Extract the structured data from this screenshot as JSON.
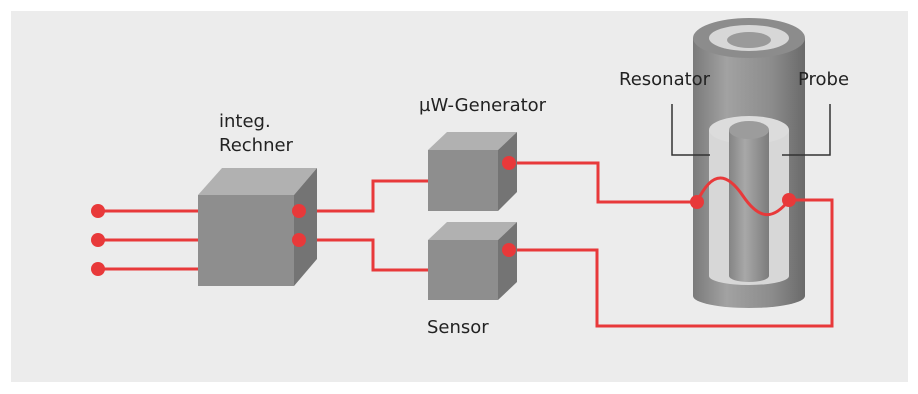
{
  "diagram": {
    "labels": {
      "computer_line1": "integ.",
      "computer_line2": "Rechner",
      "generator": "µW-Generator",
      "sensor": "Sensor",
      "resonator": "Resonator",
      "probe": "Probe"
    },
    "colors": {
      "panel_background": "#ececec",
      "signal_wire": "#e8393a",
      "connector": "#e8393a",
      "box_front": "#8e8e8e",
      "box_top": "#b1b1b1",
      "box_side": "#747474",
      "resonator_outer": "#8a8a8a",
      "resonator_gap": "#dcdcdc",
      "resonator_core": "#9a9a9a",
      "leader_line": "#333333"
    },
    "components": [
      "integ. Rechner",
      "µW-Generator",
      "Sensor",
      "Resonator",
      "Probe"
    ]
  }
}
